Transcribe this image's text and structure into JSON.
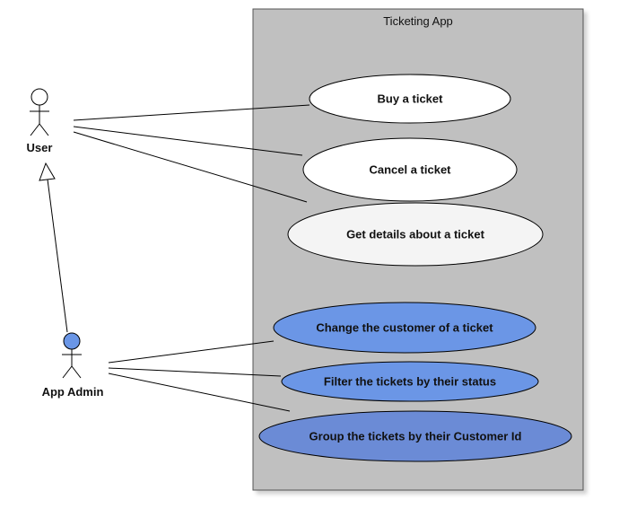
{
  "system": {
    "title": "Ticketing App",
    "fill": "#c0c0c0",
    "border": "#555555"
  },
  "actors": {
    "user": {
      "label": "User",
      "head_color": "#ffffff"
    },
    "admin": {
      "label": "App Admin",
      "head_color": "#6a96e6"
    }
  },
  "use_cases": [
    {
      "id": "buy",
      "label": "Buy a ticket",
      "fill": "#ffffff"
    },
    {
      "id": "cancel",
      "label": "Cancel a ticket",
      "fill": "#ffffff"
    },
    {
      "id": "details",
      "label": "Get details about a ticket",
      "fill": "#f4f4f4"
    },
    {
      "id": "change-customer",
      "label": "Change the customer of a ticket",
      "fill": "#6b96e6"
    },
    {
      "id": "filter-status",
      "label": "Filter the tickets by their status",
      "fill": "#6b96e6"
    },
    {
      "id": "group-customer",
      "label": "Group the tickets by their Customer Id",
      "fill": "#6b8bd6"
    }
  ],
  "relationships": [
    {
      "from": "user",
      "to": "buy",
      "type": "association"
    },
    {
      "from": "user",
      "to": "cancel",
      "type": "association"
    },
    {
      "from": "user",
      "to": "details",
      "type": "association"
    },
    {
      "from": "admin",
      "to": "change-customer",
      "type": "association"
    },
    {
      "from": "admin",
      "to": "filter-status",
      "type": "association"
    },
    {
      "from": "admin",
      "to": "group-customer",
      "type": "association"
    },
    {
      "from": "admin",
      "to": "user",
      "type": "generalization"
    }
  ]
}
